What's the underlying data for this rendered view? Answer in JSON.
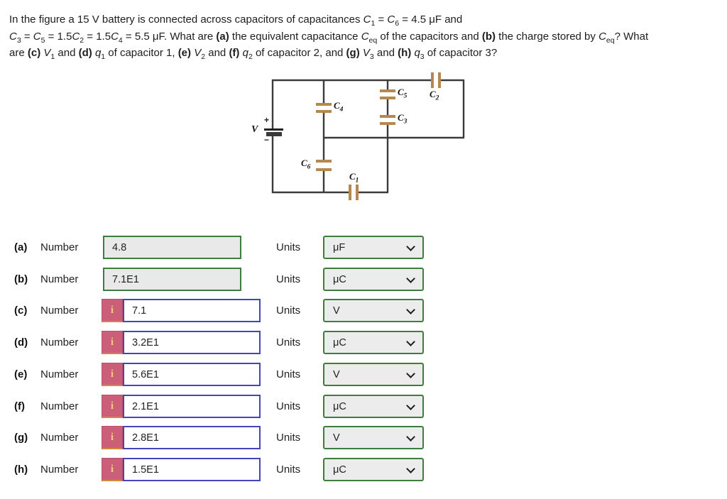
{
  "colors": {
    "accent_green": "#3e7d3e",
    "accent_blue": "#4545bb",
    "badge_pink": "#cb5e78",
    "badge_glyph_gold": "#f3c97e",
    "input_gray_bg": "#e9e9e9",
    "select_gray_bg": "#ececec",
    "wire": "#3b3b3b",
    "capacitor_plate_tan": "#b5894e"
  },
  "problem": {
    "lines": [
      [
        {
          "t": "In the figure a 15 V battery is connected across capacitors of capacitances "
        },
        {
          "t": "C",
          "s": "i"
        },
        {
          "t": "1",
          "s": "sub"
        },
        {
          "t": " = "
        },
        {
          "t": "C",
          "s": "i"
        },
        {
          "t": "6",
          "s": "sub"
        },
        {
          "t": " = 4.5 μF and"
        }
      ],
      [
        {
          "t": "C",
          "s": "i"
        },
        {
          "t": "3",
          "s": "sub"
        },
        {
          "t": " = "
        },
        {
          "t": "C",
          "s": "i"
        },
        {
          "t": "5",
          "s": "sub"
        },
        {
          "t": " = 1.5"
        },
        {
          "t": "C",
          "s": "i"
        },
        {
          "t": "2",
          "s": "sub"
        },
        {
          "t": " = 1.5"
        },
        {
          "t": "C",
          "s": "i"
        },
        {
          "t": "4",
          "s": "sub"
        },
        {
          "t": " = 5.5 μF. What are "
        },
        {
          "t": "(a)",
          "s": "b"
        },
        {
          "t": " the equivalent capacitance "
        },
        {
          "t": "C",
          "s": "i"
        },
        {
          "t": "eq",
          "s": "sub"
        },
        {
          "t": " of the capacitors and "
        },
        {
          "t": "(b)",
          "s": "b"
        },
        {
          "t": " the charge stored by "
        },
        {
          "t": "C",
          "s": "i"
        },
        {
          "t": "eq",
          "s": "sub"
        },
        {
          "t": "? What"
        }
      ],
      [
        {
          "t": "are "
        },
        {
          "t": "(c)",
          "s": "b"
        },
        {
          "t": " "
        },
        {
          "t": "V",
          "s": "i"
        },
        {
          "t": "1",
          "s": "sub"
        },
        {
          "t": " and "
        },
        {
          "t": "(d)",
          "s": "b"
        },
        {
          "t": " "
        },
        {
          "t": "q",
          "s": "i"
        },
        {
          "t": "1",
          "s": "sub"
        },
        {
          "t": " of capacitor 1, "
        },
        {
          "t": "(e)",
          "s": "b"
        },
        {
          "t": " "
        },
        {
          "t": "V",
          "s": "i"
        },
        {
          "t": "2",
          "s": "sub"
        },
        {
          "t": " and "
        },
        {
          "t": "(f)",
          "s": "b"
        },
        {
          "t": " "
        },
        {
          "t": "q",
          "s": "i"
        },
        {
          "t": "2",
          "s": "sub"
        },
        {
          "t": " of capacitor 2, and "
        },
        {
          "t": "(g)",
          "s": "b"
        },
        {
          "t": " "
        },
        {
          "t": "V",
          "s": "i"
        },
        {
          "t": "3",
          "s": "sub"
        },
        {
          "t": " and "
        },
        {
          "t": "(h)",
          "s": "b"
        },
        {
          "t": " "
        },
        {
          "t": "q",
          "s": "i"
        },
        {
          "t": "3",
          "s": "sub"
        },
        {
          "t": " of capacitor 3?"
        }
      ]
    ]
  },
  "circuit": {
    "battery": {
      "label": "V",
      "plus": "+",
      "minus": "−"
    },
    "capacitors": [
      {
        "base": "C",
        "sub": "4"
      },
      {
        "base": "C",
        "sub": "5"
      },
      {
        "base": "C",
        "sub": "3"
      },
      {
        "base": "C",
        "sub": "2"
      },
      {
        "base": "C",
        "sub": "6"
      },
      {
        "base": "C",
        "sub": "1"
      }
    ]
  },
  "answers": {
    "number_label": "Number",
    "units_label": "Units",
    "info_icon": "i",
    "rows": [
      {
        "letter": "(a)",
        "value": "4.8",
        "unit": "μF"
      },
      {
        "letter": "(b)",
        "value": "7.1E1",
        "unit": "μC"
      },
      {
        "letter": "(c)",
        "value": "7.1",
        "unit": "V"
      },
      {
        "letter": "(d)",
        "value": "3.2E1",
        "unit": "μC"
      },
      {
        "letter": "(e)",
        "value": "5.6E1",
        "unit": "V"
      },
      {
        "letter": "(f)",
        "value": "2.1E1",
        "unit": "μC"
      },
      {
        "letter": "(g)",
        "value": "2.8E1",
        "unit": "V"
      },
      {
        "letter": "(h)",
        "value": "1.5E1",
        "unit": "μC"
      }
    ]
  }
}
